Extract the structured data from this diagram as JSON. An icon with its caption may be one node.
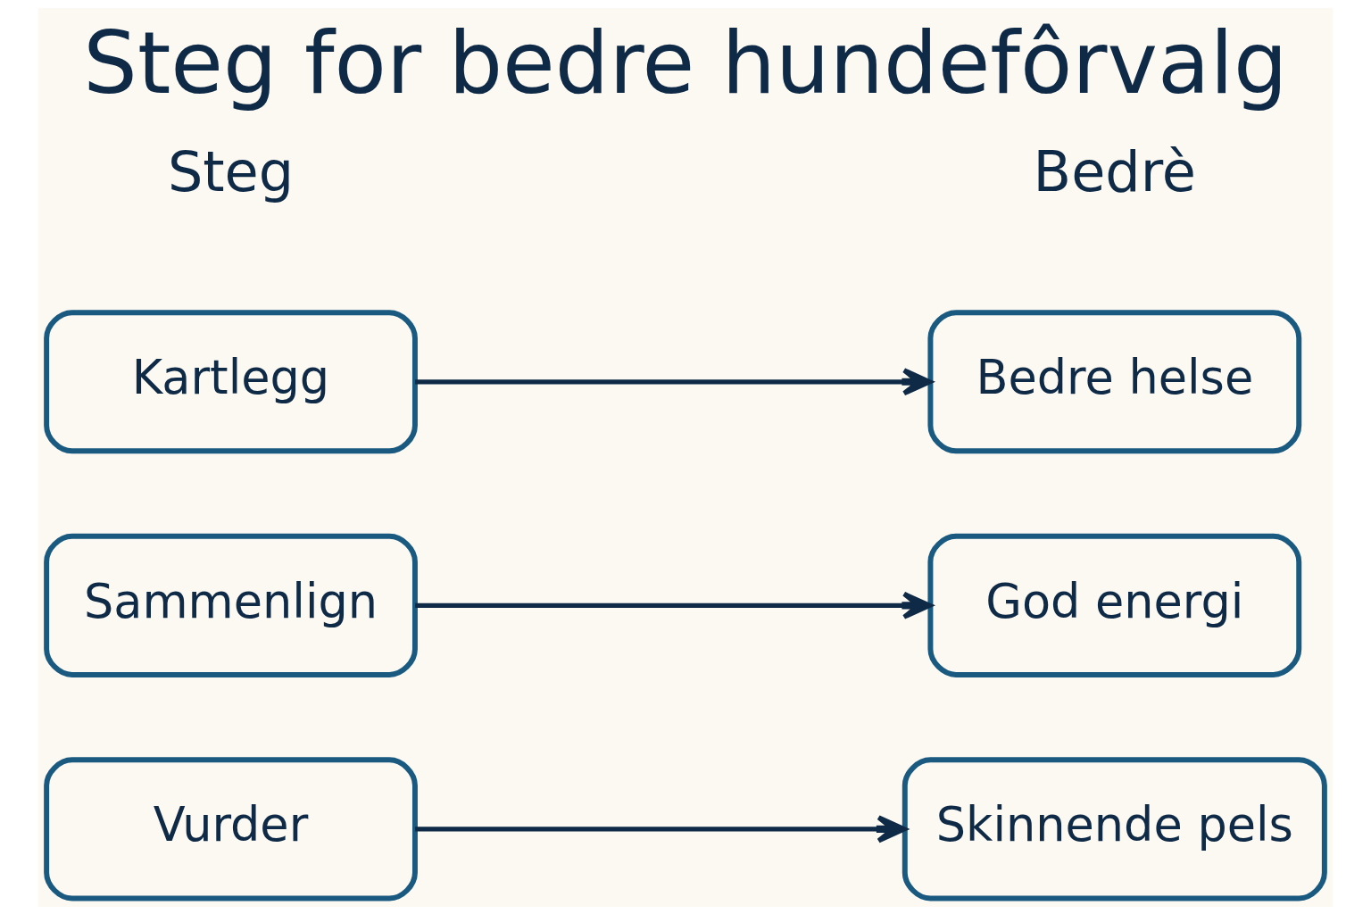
{
  "diagram": {
    "title": "Steg for bedre hundefôrvalg",
    "nodes": [
      {
        "text": [
          "Kartlegg"
        ]
      },
      {
        "text": [
          "Sammenlign"
        ]
      },
      {
        "text": [
          "Vurder"
        ]
      },
      {
        "text": [
          "Bedre helse"
        ]
      },
      {
        "text": [
          "God energi"
        ]
      },
      {
        "text": [
          "Skinnende pels"
        ]
      }
    ],
    "edges": [
      {
        "from": 0,
        "to": 3,
        "arrow": "to"
      },
      {
        "from": 1,
        "to": 4,
        "arrow": "to"
      },
      {
        "from": 2,
        "to": 5,
        "arrow": "to"
      }
    ],
    "labels": [
      "Steg",
      "Bedrè"
    ]
  }
}
